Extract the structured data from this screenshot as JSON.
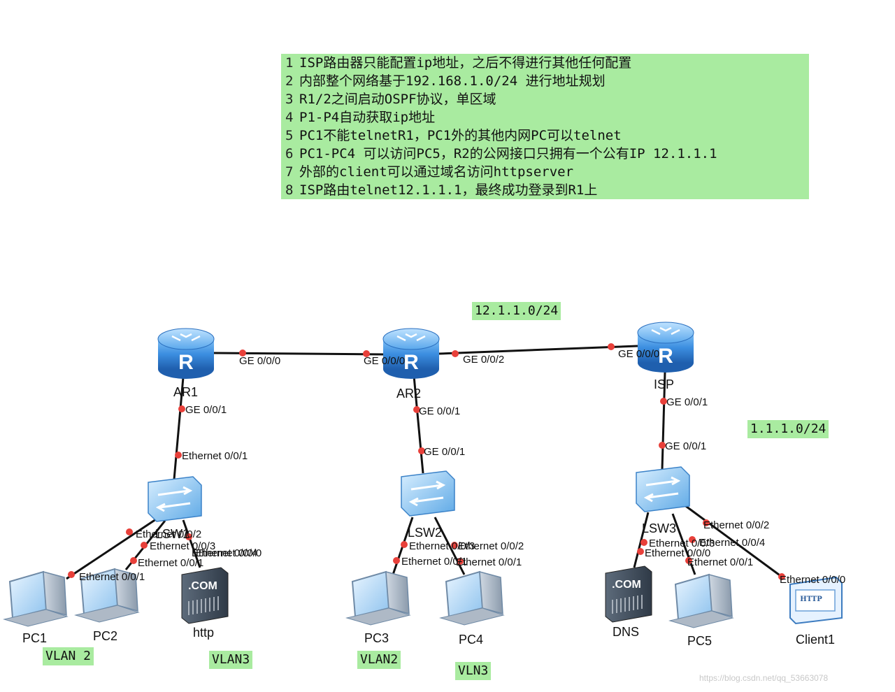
{
  "requirements": [
    {
      "num": "1",
      "text": "ISP路由器只能配置ip地址，之后不得进行其他任何配置"
    },
    {
      "num": "2",
      "text": "内部整个网络基于192.168.1.0/24 进行地址规划"
    },
    {
      "num": "3",
      "text": "R1/2之间启动OSPF协议，单区域"
    },
    {
      "num": "4",
      "text": "P1-P4自动获取ip地址"
    },
    {
      "num": "5",
      "text": "PC1不能telnetR1，PC1外的其他内网PC可以telnet"
    },
    {
      "num": "6",
      "text": "PC1-PC4 可以访问PC5，R2的公网接口只拥有一个公有IP 12.1.1.1"
    },
    {
      "num": "7",
      "text": "外部的client可以通过域名访问httpserver"
    },
    {
      "num": "8",
      "text": "ISP路由telnet12.1.1.1，最终成功登录到R1上"
    }
  ],
  "tags": {
    "net_12": "12.1.1.0/24",
    "net_1": "1.1.1.0/24",
    "vlan2_left": "VLAN 2",
    "vlan3_left": "VLAN3",
    "vlan2_mid": "VLAN2",
    "vln3_mid": "VLN3"
  },
  "devices": {
    "ar1": "AR1",
    "ar2": "AR2",
    "isp": "ISP",
    "lsw1": "LSW1",
    "lsw2": "LSW2",
    "lsw3": "LSW3",
    "pc1": "PC1",
    "pc2": "PC2",
    "http": "http",
    "pc3": "PC3",
    "pc4": "PC4",
    "dns": "DNS",
    "pc5": "PC5",
    "client1": "Client1"
  },
  "device_icons": {
    "router": "router-icon",
    "switch": "switch-icon",
    "pc": "pc-icon",
    "server": "server-com-icon",
    "client": "http-client-icon"
  },
  "ports": {
    "ar1_ge000": "GE 0/0/0",
    "ar2_ge000": "GE 0/0/0",
    "ar2_ge002": "GE 0/0/2",
    "isp_ge000": "GE 0/0/0",
    "ar1_ge001": "GE 0/0/1",
    "lsw1_eth001": "Ethernet 0/0/1",
    "ar2_ge001": "GE 0/0/1",
    "lsw2_ge001": "GE 0/0/1",
    "isp_ge001": "GE 0/0/1",
    "lsw3_ge001": "GE 0/0/1",
    "lsw1_eth002": "Ethernet 0/0/2",
    "lsw1_eth003": "Ethernet 0/0/3",
    "lsw1_eth004": "Ethernet 0/0/4",
    "http_eth000": "Ethernet 0/0/0",
    "pc2_eth001": "Ethernet 0/0/1",
    "pc1_eth001": "Ethernet 0/0/1",
    "lsw2_eth003": "Ethernet 0/0/3",
    "lsw2_eth002": "Ethernet 0/0/2",
    "pc3_eth001": "Ethernet 0/0/1",
    "pc4_eth001": "Ethernet 0/0/1",
    "lsw3_eth002": "Ethernet 0/0/2",
    "lsw3_eth003": "Ethernet 0/0/3",
    "lsw3_eth004": "Ethernet 0/0/4",
    "dns_eth000": "Ethernet 0/0/0",
    "pc5_eth001": "Ethernet 0/0/1",
    "client1_eth000": "Ethernet 0/0/0"
  },
  "colors": {
    "highlight": "#a9eba0",
    "port_dot": "#e8403a",
    "link": "#111111",
    "router": "#2f7fd0",
    "switch": "#5aa6e6"
  },
  "watermark": "https://blog.csdn.net/qq_53663078"
}
